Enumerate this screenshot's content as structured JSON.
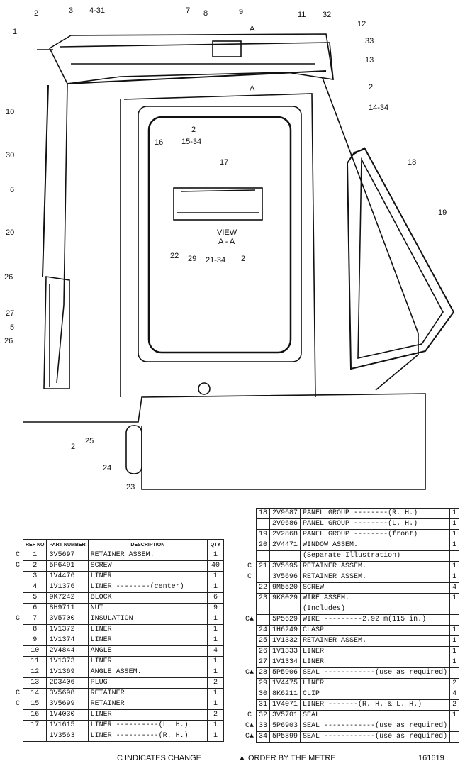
{
  "callouts": {
    "c1": "1",
    "c2a": "2",
    "c3": "3",
    "c4_31": "4-31",
    "c7": "7",
    "c8": "8",
    "c9": "9",
    "c11": "11",
    "c32": "32",
    "c12": "12",
    "c33": "33",
    "c13": "13",
    "c2b": "2",
    "c14_34": "14-34",
    "c10": "10",
    "c30": "30",
    "c6": "6",
    "c20": "20",
    "c26a": "26",
    "c27": "27",
    "c5": "5",
    "c26b": "26",
    "c2c": "2",
    "c25": "25",
    "c24": "24",
    "c23": "23",
    "c16": "16",
    "c15_34": "15-34",
    "c2d": "2",
    "c17": "17",
    "c18": "18",
    "c19": "19",
    "c22": "22",
    "c29": "29",
    "c21_34": "21-34",
    "c2e": "2",
    "view": "VIEW",
    "view_aa": "A - A",
    "section_a_top": "A",
    "section_a_bot": "A"
  },
  "table_headers": {
    "ref": "REF NO",
    "part": "PART NUMBER",
    "desc": "DESCRIPTION",
    "qty": "QTY"
  },
  "left_rows": [
    {
      "mark": "C",
      "ref": "1",
      "pn": "3V5697",
      "desc": "RETAINER ASSEM.",
      "qty": "1"
    },
    {
      "mark": "C",
      "ref": "2",
      "pn": "5P6491",
      "desc": "SCREW",
      "qty": "40"
    },
    {
      "mark": "",
      "ref": "3",
      "pn": "1V4476",
      "desc": "LINER",
      "qty": "1"
    },
    {
      "mark": "",
      "ref": "4",
      "pn": "1V1376",
      "desc": "LINER --------(center)",
      "qty": "1"
    },
    {
      "mark": "",
      "ref": "5",
      "pn": "9K7242",
      "desc": "BLOCK",
      "qty": "6"
    },
    {
      "mark": "",
      "ref": "6",
      "pn": "8H9711",
      "desc": "NUT",
      "qty": "9"
    },
    {
      "mark": "C",
      "ref": "7",
      "pn": "3V5700",
      "desc": "INSULATION",
      "qty": "1"
    },
    {
      "mark": "",
      "ref": "8",
      "pn": "1V1372",
      "desc": "LINER",
      "qty": "1"
    },
    {
      "mark": "",
      "ref": "9",
      "pn": "1V1374",
      "desc": "LINER",
      "qty": "1"
    },
    {
      "mark": "",
      "ref": "10",
      "pn": "2V4844",
      "desc": "ANGLE",
      "qty": "4"
    },
    {
      "mark": "",
      "ref": "11",
      "pn": "1V1373",
      "desc": "LINER",
      "qty": "1"
    },
    {
      "mark": "",
      "ref": "12",
      "pn": "1V1369",
      "desc": "ANGLE ASSEM.",
      "qty": "1"
    },
    {
      "mark": "",
      "ref": "13",
      "pn": "2D3406",
      "desc": "PLUG",
      "qty": "2"
    },
    {
      "mark": "C",
      "ref": "14",
      "pn": "3V5698",
      "desc": "RETAINER",
      "qty": "1"
    },
    {
      "mark": "C",
      "ref": "15",
      "pn": "3V5699",
      "desc": "RETAINER",
      "qty": "1"
    },
    {
      "mark": "",
      "ref": "16",
      "pn": "1V4030",
      "desc": "LINER",
      "qty": "2"
    },
    {
      "mark": "",
      "ref": "17",
      "pn": "1V1615",
      "desc": "LINER ----------(L. H.)",
      "qty": "1"
    },
    {
      "mark": "",
      "ref": "",
      "pn": "1V3563",
      "desc": "LINER ----------(R. H.)",
      "qty": "1"
    }
  ],
  "right_rows": [
    {
      "mark": "",
      "ref": "18",
      "pn": "2V9687",
      "desc": "PANEL GROUP --------(R. H.)",
      "qty": "1"
    },
    {
      "mark": "",
      "ref": "",
      "pn": "2V9686",
      "desc": "PANEL GROUP --------(L. H.)",
      "qty": "1"
    },
    {
      "mark": "",
      "ref": "19",
      "pn": "2V2868",
      "desc": "PANEL GROUP --------(front)",
      "qty": "1"
    },
    {
      "mark": "",
      "ref": "20",
      "pn": "2V4471",
      "desc": "WINDOW ASSEM.",
      "qty": "1"
    },
    {
      "mark": "",
      "ref": "",
      "pn": "",
      "desc": "(Separate Illustration)",
      "qty": ""
    },
    {
      "mark": "C",
      "ref": "21",
      "pn": "3V5695",
      "desc": "RETAINER ASSEM.",
      "qty": "1"
    },
    {
      "mark": "C",
      "ref": "",
      "pn": "3V5696",
      "desc": "RETAINER ASSEM.",
      "qty": "1"
    },
    {
      "mark": "",
      "ref": "22",
      "pn": "9M5520",
      "desc": "SCREW",
      "qty": "4"
    },
    {
      "mark": "",
      "ref": "23",
      "pn": "9K8029",
      "desc": "WIRE ASSEM.",
      "qty": "1"
    },
    {
      "mark": "",
      "ref": "",
      "pn": "",
      "desc": "(Includes)",
      "qty": ""
    },
    {
      "mark": "C▲",
      "ref": "",
      "pn": "5P5629",
      "desc": "WIRE ---------2.92 m(115 in.)",
      "qty": ""
    },
    {
      "mark": "",
      "ref": "24",
      "pn": "1H6249",
      "desc": "CLASP",
      "qty": "1"
    },
    {
      "mark": "",
      "ref": "25",
      "pn": "1V1332",
      "desc": "RETAINER ASSEM.",
      "qty": "1"
    },
    {
      "mark": "",
      "ref": "26",
      "pn": "1V1333",
      "desc": "LINER",
      "qty": "1"
    },
    {
      "mark": "",
      "ref": "27",
      "pn": "1V1334",
      "desc": "LINER",
      "qty": "1"
    },
    {
      "mark": "C▲",
      "ref": "28",
      "pn": "5P5906",
      "desc": "SEAL ------------(use as required)",
      "qty": ""
    },
    {
      "mark": "",
      "ref": "29",
      "pn": "1V4475",
      "desc": "LINER",
      "qty": "2"
    },
    {
      "mark": "",
      "ref": "30",
      "pn": "8K6211",
      "desc": "CLIP",
      "qty": "4"
    },
    {
      "mark": "",
      "ref": "31",
      "pn": "1V4071",
      "desc": "LINER -------(R. H. & L. H.)",
      "qty": "2"
    },
    {
      "mark": "C",
      "ref": "32",
      "pn": "3V5701",
      "desc": "SEAL",
      "qty": "1"
    },
    {
      "mark": "C▲",
      "ref": "33",
      "pn": "5P6903",
      "desc": "SEAL ------------(use as required)",
      "qty": ""
    },
    {
      "mark": "C▲",
      "ref": "34",
      "pn": "5P5899",
      "desc": "SEAL ------------(use as required)",
      "qty": ""
    }
  ],
  "footer": {
    "changes": "C INDICATES CHANGE",
    "metre": "▲ ORDER BY THE METRE",
    "illus": "161619"
  }
}
